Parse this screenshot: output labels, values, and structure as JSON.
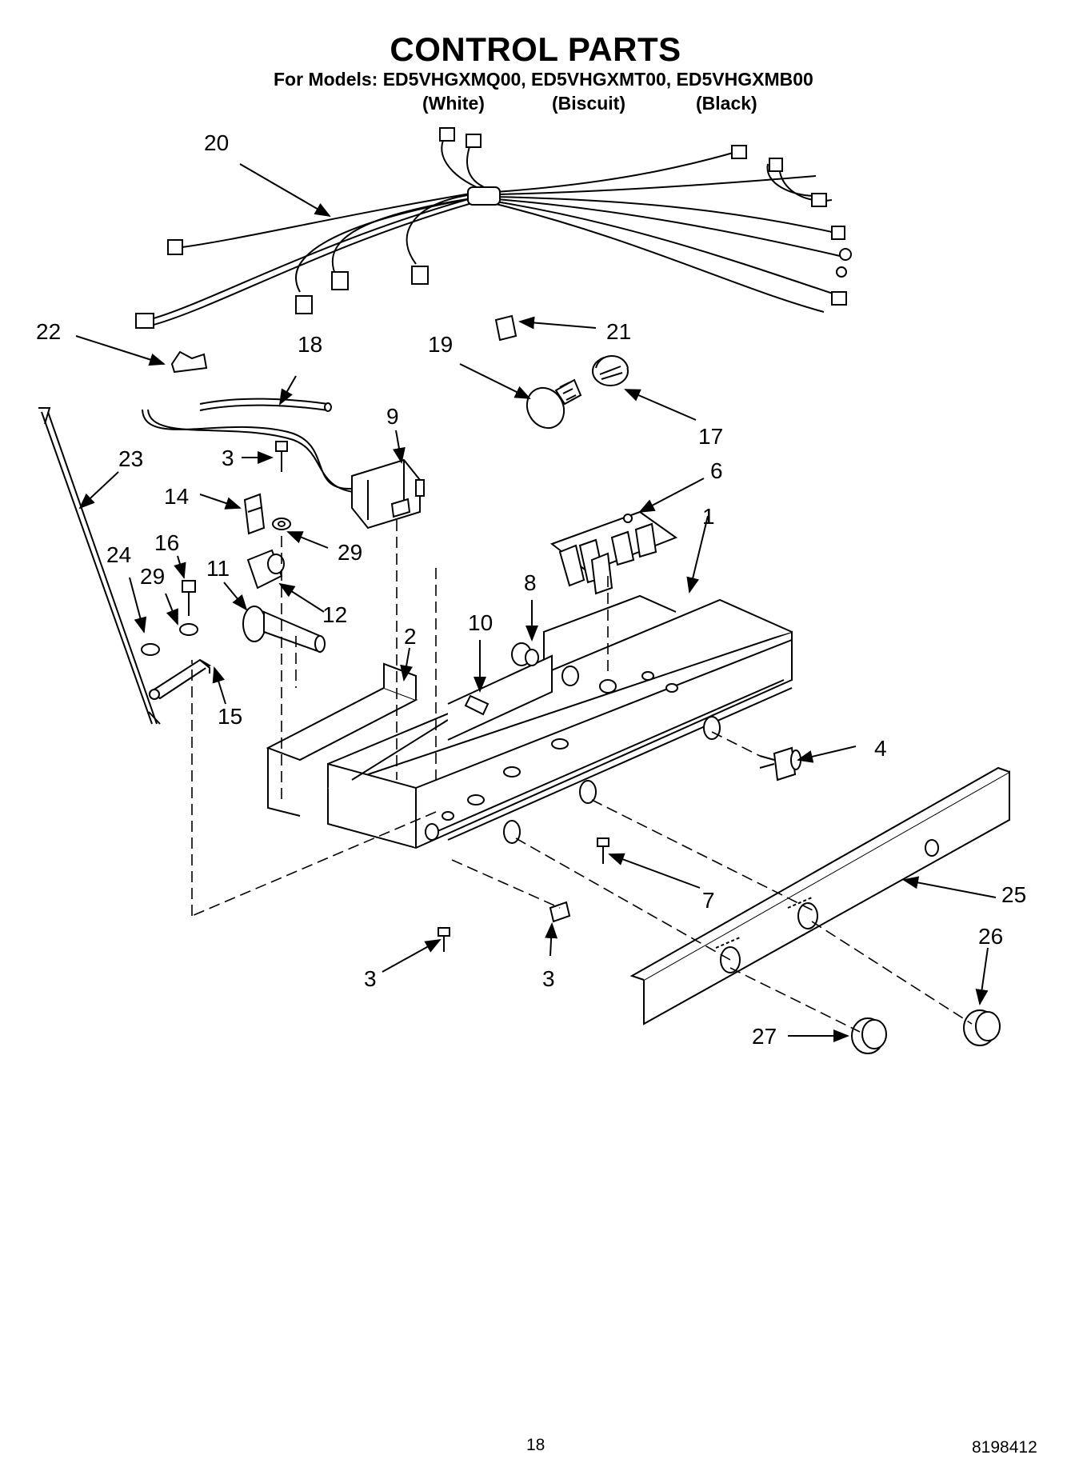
{
  "page": {
    "title": "CONTROL PARTS",
    "models_line": "For Models: ED5VHGXMQ00, ED5VHGXMT00, ED5VHGXMB00",
    "variants": [
      "(White)",
      "(Biscuit)",
      "(Black)"
    ],
    "page_number": "18",
    "document_number": "8198412"
  },
  "callouts": {
    "c20": "20",
    "c21": "21",
    "c22": "22",
    "c18": "18",
    "c19": "19",
    "c17": "17",
    "c9": "9",
    "c3a": "3",
    "c23": "23",
    "c14": "14",
    "c6": "6",
    "c29a": "29",
    "c1": "1",
    "c24": "24",
    "c16": "16",
    "c29b": "29",
    "c11": "11",
    "c8": "8",
    "c12": "12",
    "c10": "10",
    "c2": "2",
    "c4": "4",
    "c15": "15",
    "c7": "7",
    "c25": "25",
    "c26": "26",
    "c3b": "3",
    "c3c": "3",
    "c27": "27"
  }
}
